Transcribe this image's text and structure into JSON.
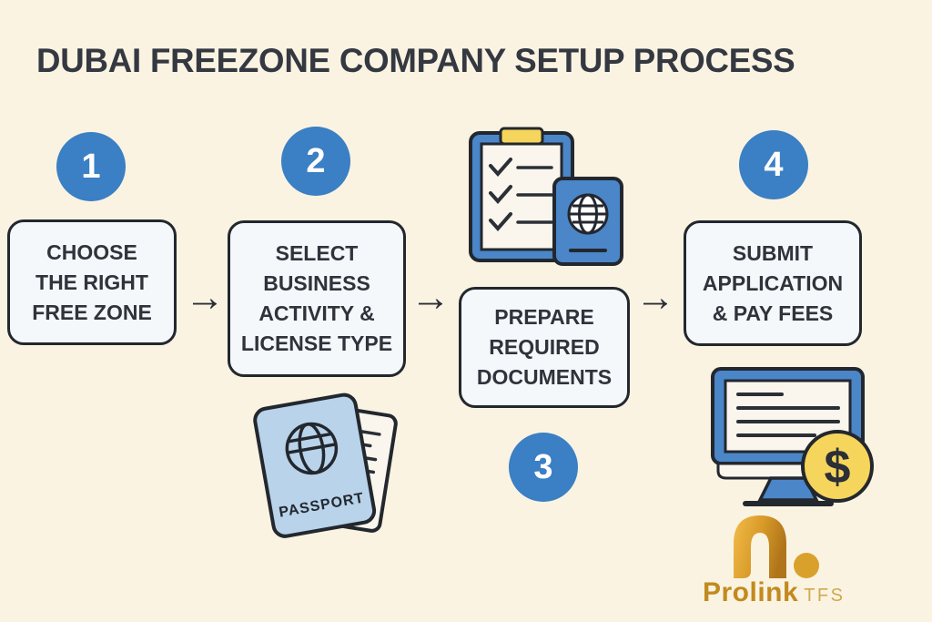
{
  "title": "DUBAI FREEZONE COMPANY SETUP PROCESS",
  "steps": [
    {
      "number": "1",
      "label": "CHOOSE THE RIGHT FREE ZONE",
      "lines": [
        "CHOOSE",
        "THE RIGHT",
        "FREE ZONE"
      ]
    },
    {
      "number": "2",
      "label": "SELECT BUSINESS ACTIVITY & LICENSE TYPE",
      "lines": [
        "SELECT",
        "BUSINESS",
        "ACTIVITY &",
        "LICENSE TYPE"
      ]
    },
    {
      "number": "3",
      "label": "PREPARE REQUIRED DOCUMENTS",
      "lines": [
        "PREPARE",
        "REQUIRED",
        "DOCUMENTS"
      ]
    },
    {
      "number": "4",
      "label": "SUBMIT APPLICATION & PAY FEES",
      "lines": [
        "SUBMIT",
        "APPLICATION",
        "& PAY FEES"
      ]
    }
  ],
  "arrow_glyph": "→",
  "icons": {
    "clipboard_checklist": "clipboard-checklist-icon",
    "small_passport": "passport-icon",
    "large_passport_documents": "passport-documents-icon",
    "passport_label": "PASSPORT",
    "monitor_payment": "monitor-payment-icon",
    "dollar_coin": "dollar-coin-icon",
    "dollar_glyph": "$"
  },
  "logo": {
    "brand": "Prolink",
    "suffix": "TFS"
  },
  "colors": {
    "background": "#faf3e2",
    "badge_blue": "#3b7fc4",
    "icon_blue": "#4a86c8",
    "passport_light_blue": "#b8d3ea",
    "accent_yellow": "#f6d55c",
    "outline_dark": "#23272e",
    "box_fill": "#f4f8fa",
    "text_dark": "#2f333b",
    "logo_gold": "#c28a1e"
  }
}
